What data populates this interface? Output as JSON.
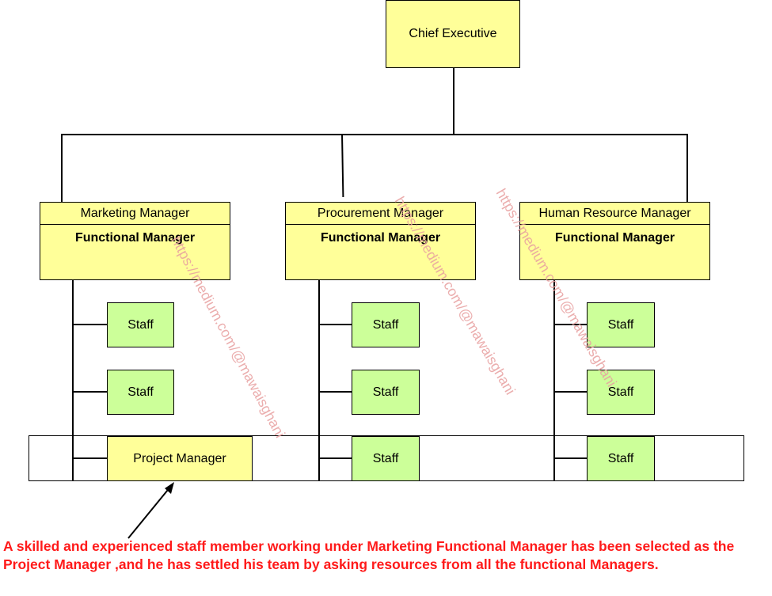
{
  "chief": {
    "label": "Chief Executive"
  },
  "managers": [
    {
      "title": "Marketing Manager",
      "role": "Functional Manager"
    },
    {
      "title": "Procurement Manager",
      "role": "Functional Manager"
    },
    {
      "title": "Human Resource Manager",
      "role": "Functional Manager"
    }
  ],
  "staff_label": "Staff",
  "project_manager": {
    "label": "Project Manager"
  },
  "watermark": "https://medium.com/@mawaisghani",
  "caption": "A skilled  and experienced staff member working under Marketing Functional Manager has been selected as the Project Manager ,and he has settled his team by asking resources from all the functional Managers.",
  "colors": {
    "manager_fill": "#ffff99",
    "staff_fill": "#ccff99",
    "caption_text": "#ff1a1a",
    "watermark_text": "#e8a0a0"
  }
}
